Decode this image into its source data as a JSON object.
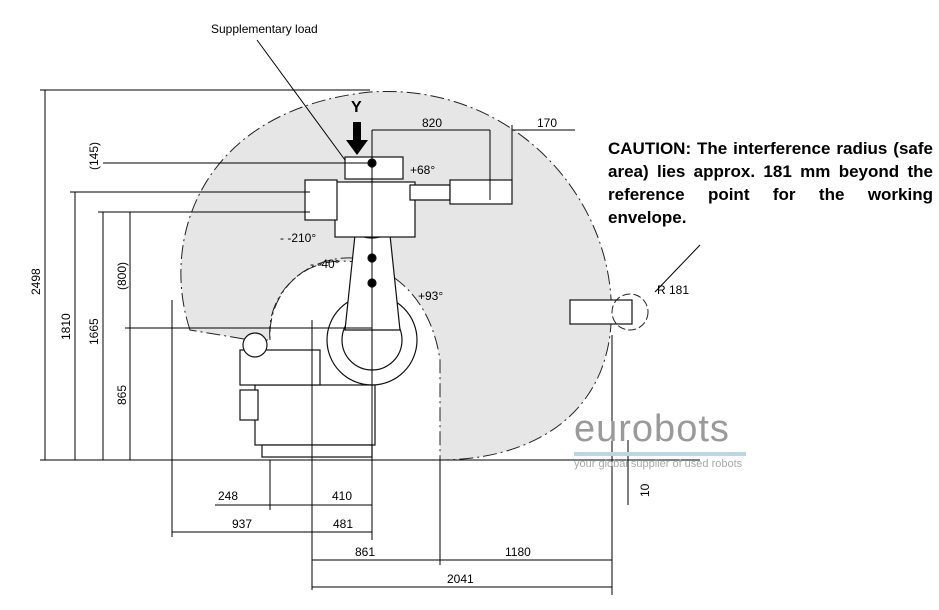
{
  "labels": {
    "supplementary_load": "Supplementary load",
    "y_axis": "Y",
    "angle_a4": "+68°",
    "angle_a3_neg": "- -210°",
    "angle_a2_neg": "- -40°",
    "angle_a2_pos": "+93°",
    "radius": "R 181"
  },
  "dimensions": {
    "d820": "820",
    "d170": "170",
    "d145": "(145)",
    "d800": "(800)",
    "d2498": "2498",
    "d1810": "1810",
    "d1665": "1665",
    "d865": "865",
    "d248": "248",
    "d410": "410",
    "d937": "937",
    "d481": "481",
    "d861": "861",
    "d1180": "1180",
    "d2041": "2041",
    "d10": "10"
  },
  "caution": "CAUTION: The interference radius (safe area) lies approx. 181 mm beyond the reference point for the working envelope.",
  "watermark": {
    "name": "eurobots",
    "tagline": "your global supplier of used robots"
  },
  "colors": {
    "envelope": "#e6e6e6",
    "logo": "#9a9a9a",
    "logo_bar": "#bcd7e4"
  }
}
